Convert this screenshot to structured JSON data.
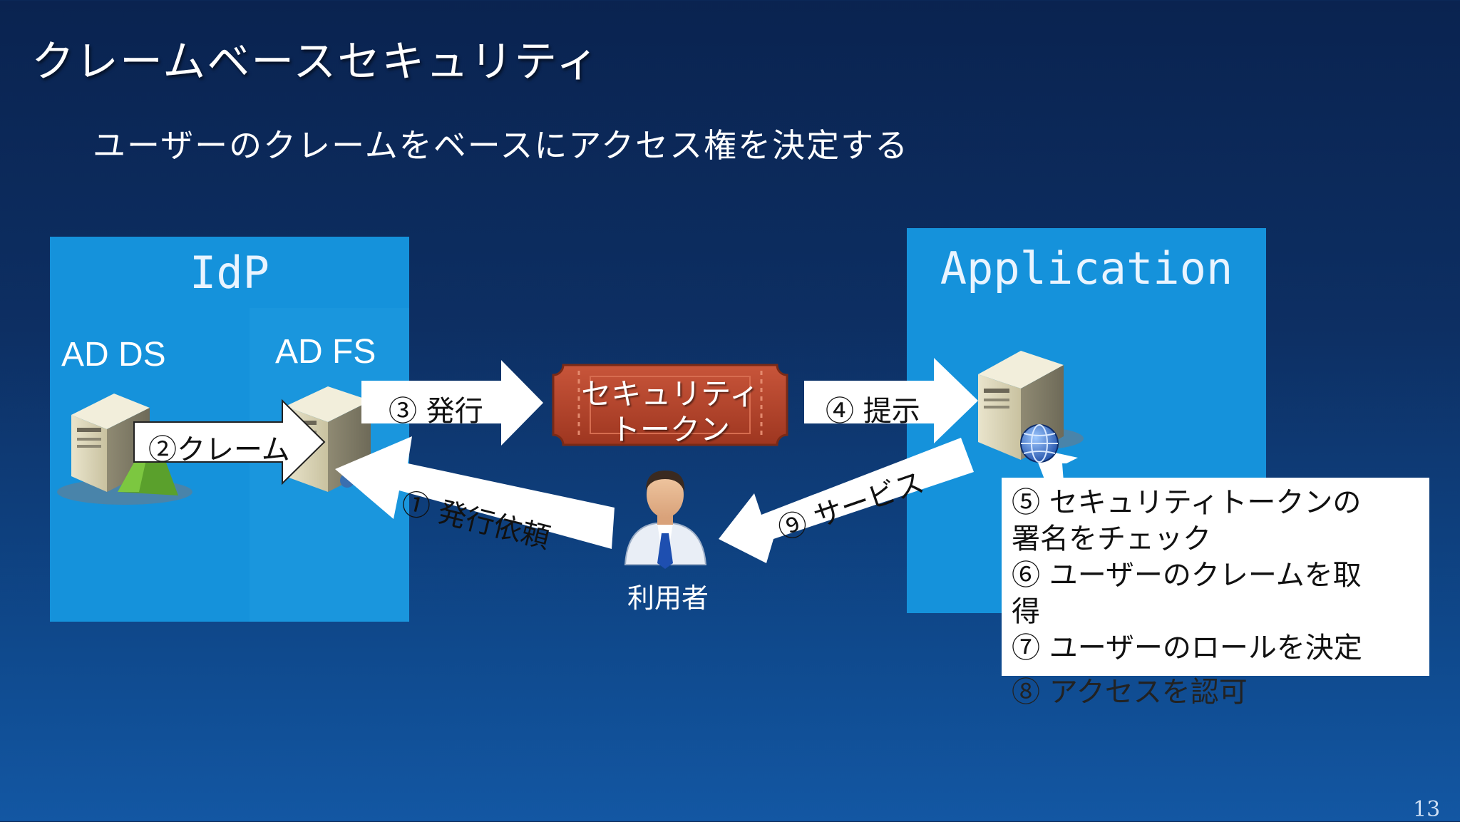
{
  "slide": {
    "title": "クレームベースセキュリティ",
    "subtitle": "ユーザーのクレームをベースにアクセス権を決定する",
    "page_number": "13"
  },
  "idp": {
    "title": "IdP",
    "ad_ds_label": "AD DS",
    "ad_fs_label": "AD FS"
  },
  "app": {
    "title": "Application"
  },
  "arrows": {
    "claim": "②クレーム",
    "issue": "③ 発行",
    "issue_request": "① 発行依頼",
    "present": "④ 提示",
    "service": "⑨ サービス"
  },
  "ticket": {
    "line1": "セキュリティ",
    "line2": "トークン"
  },
  "user": {
    "label": "利用者"
  },
  "note": {
    "lines": [
      "⑤ セキュリティトークンの",
      "署名をチェック",
      "⑥ ユーザーのクレームを取",
      "得",
      "⑦ ユーザーのロールを決定"
    ],
    "overflow_line": "⑧ アクセスを認可"
  },
  "colors": {
    "background_top": "#0a2350",
    "background_bottom": "#1357a3",
    "box_blue": "#1592db",
    "ticket_red": "#b8452a",
    "arrow_white": "#ffffff"
  },
  "icons": [
    "server-icon",
    "ticket-icon",
    "person-icon",
    "globe-icon",
    "network-icon"
  ]
}
